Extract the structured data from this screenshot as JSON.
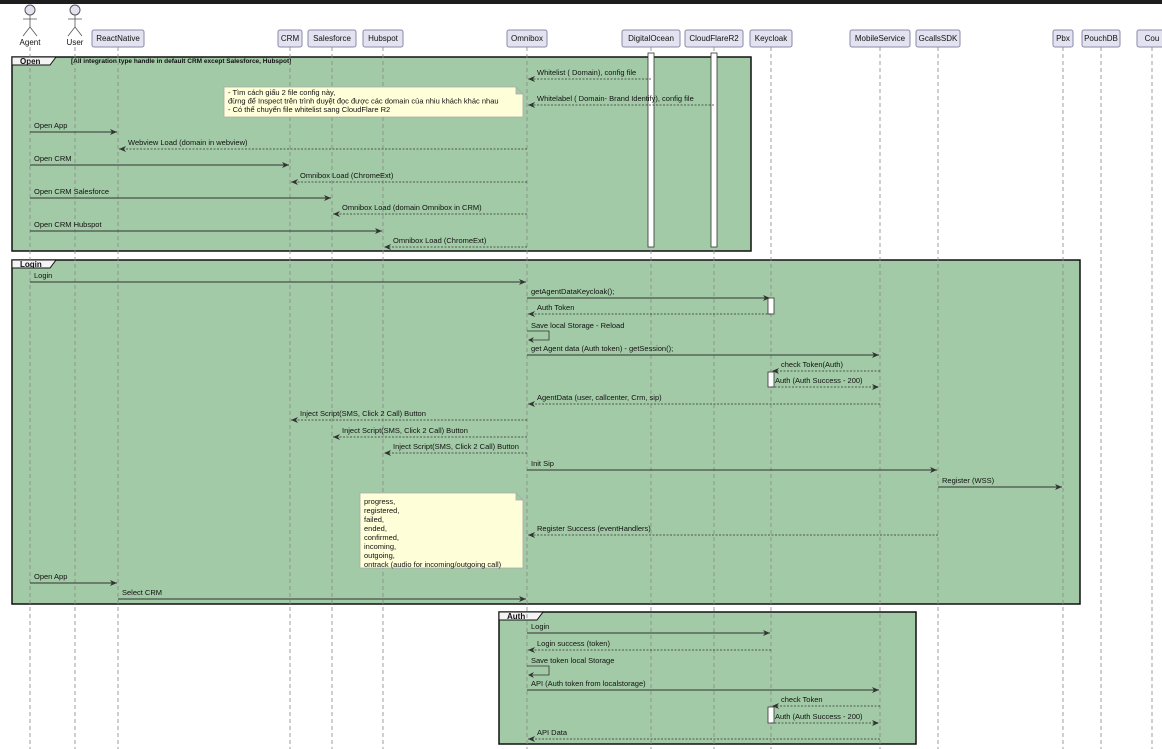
{
  "colors": {
    "frame_fill": "#a2caa6",
    "participant_fill": "#e2e2f0",
    "participant_border": "#8a8aa8",
    "note_fill": "#fefed8",
    "line": "#333333"
  },
  "participants": [
    {
      "id": "agent",
      "label": "Agent",
      "kind": "actor"
    },
    {
      "id": "user",
      "label": "User",
      "kind": "actor"
    },
    {
      "id": "reactnative",
      "label": "ReactNative",
      "kind": "box"
    },
    {
      "id": "crm",
      "label": "CRM",
      "kind": "box"
    },
    {
      "id": "salesforce",
      "label": "Salesforce",
      "kind": "box"
    },
    {
      "id": "hubspot",
      "label": "Hubspot",
      "kind": "box"
    },
    {
      "id": "omnibox",
      "label": "Omnibox",
      "kind": "box"
    },
    {
      "id": "digitalocean",
      "label": "DigitalOcean",
      "kind": "box"
    },
    {
      "id": "cloudflarer2",
      "label": "CloudFlareR2",
      "kind": "box"
    },
    {
      "id": "keycloak",
      "label": "Keycloak",
      "kind": "box"
    },
    {
      "id": "mobileservice",
      "label": "MobileService",
      "kind": "box"
    },
    {
      "id": "gcallssdk",
      "label": "GcallsSDK",
      "kind": "box"
    },
    {
      "id": "pbx",
      "label": "Pbx",
      "kind": "box"
    },
    {
      "id": "pouchdb",
      "label": "PouchDB",
      "kind": "box"
    },
    {
      "id": "cou",
      "label": "Cou",
      "kind": "box"
    }
  ],
  "frames": [
    {
      "title": "Open",
      "condition": "[All integration type handle in default CRM except Salesforce, Hubspot]"
    },
    {
      "title": "Login",
      "condition": ""
    },
    {
      "title": "Auth",
      "condition": ""
    }
  ],
  "notes": [
    {
      "lines": [
        "- Tìm cách giấu 2 file config này,",
        "đừng để Inspect trên trình duyệt đọc được các domain của nhiu khách khác nhau",
        "- Có thể chuyển file whitelist sang CloudFlare R2"
      ]
    },
    {
      "lines": [
        "progress,",
        "registered,",
        "failed,",
        "ended,",
        "confirmed,",
        "incoming,",
        "outgoing,",
        "ontrack (audio for incoming/outgoing call)"
      ]
    }
  ],
  "messages": [
    {
      "from": "digitalocean",
      "to": "omnibox",
      "label": "Whitelist ( Domain), config file",
      "dashed": true
    },
    {
      "from": "cloudflarer2",
      "to": "omnibox",
      "label": "Whitelabel ( Domain- Brand Identify), config file",
      "dashed": true
    },
    {
      "from": "agent",
      "to": "reactnative",
      "label": "Open App",
      "dashed": false
    },
    {
      "from": "omnibox",
      "to": "reactnative",
      "label": "Webview Load (domain in webview)",
      "dashed": true
    },
    {
      "from": "agent",
      "to": "crm",
      "label": "Open CRM",
      "dashed": false
    },
    {
      "from": "omnibox",
      "to": "crm",
      "label": "Omnibox Load (ChromeExt)",
      "dashed": true
    },
    {
      "from": "agent",
      "to": "salesforce",
      "label": "Open CRM Salesforce",
      "dashed": false
    },
    {
      "from": "omnibox",
      "to": "salesforce",
      "label": "Omnibox Load (domain Omnibox in CRM)",
      "dashed": true
    },
    {
      "from": "agent",
      "to": "hubspot",
      "label": "Open CRM Hubspot",
      "dashed": false
    },
    {
      "from": "omnibox",
      "to": "hubspot",
      "label": "Omnibox Load (ChromeExt)",
      "dashed": true
    },
    {
      "from": "agent",
      "to": "omnibox",
      "label": "Login",
      "dashed": false
    },
    {
      "from": "omnibox",
      "to": "keycloak",
      "label": "getAgentDataKeycloak();",
      "dashed": false
    },
    {
      "from": "keycloak",
      "to": "omnibox",
      "label": "Auth Token",
      "dashed": true
    },
    {
      "from": "omnibox",
      "to": "omnibox",
      "label": "Save local Storage - Reload",
      "dashed": false
    },
    {
      "from": "omnibox",
      "to": "mobileservice",
      "label": "get Agent data (Auth token) - getSession();",
      "dashed": false
    },
    {
      "from": "mobileservice",
      "to": "keycloak",
      "label": "check Token(Auth)",
      "dashed": true
    },
    {
      "from": "keycloak",
      "to": "mobileservice",
      "label": "Auth (Auth Success - 200)",
      "dashed": true
    },
    {
      "from": "mobileservice",
      "to": "omnibox",
      "label": "AgentData (user, callcenter, Crm, sip)",
      "dashed": true
    },
    {
      "from": "omnibox",
      "to": "crm",
      "label": "Inject Script(SMS, Click 2 Call) Button",
      "dashed": true
    },
    {
      "from": "omnibox",
      "to": "salesforce",
      "label": "Inject Script(SMS, Click 2 Call) Button",
      "dashed": true
    },
    {
      "from": "omnibox",
      "to": "hubspot",
      "label": "Inject Script(SMS, Click 2 Call) Button",
      "dashed": true
    },
    {
      "from": "omnibox",
      "to": "gcallssdk",
      "label": "Init Sip",
      "dashed": false
    },
    {
      "from": "gcallssdk",
      "to": "pbx",
      "label": "Register (WSS)",
      "dashed": false
    },
    {
      "from": "gcallssdk",
      "to": "omnibox",
      "label": "Register Success (eventHandlers)",
      "dashed": true
    },
    {
      "from": "agent",
      "to": "reactnative",
      "label": "Open App",
      "dashed": false
    },
    {
      "from": "reactnative",
      "to": "omnibox",
      "label": "Select CRM",
      "dashed": false
    },
    {
      "from": "omnibox",
      "to": "keycloak",
      "label": "Login",
      "dashed": false
    },
    {
      "from": "keycloak",
      "to": "omnibox",
      "label": "Login success (token)",
      "dashed": true
    },
    {
      "from": "omnibox",
      "to": "omnibox",
      "label": "Save token local Storage",
      "dashed": false
    },
    {
      "from": "omnibox",
      "to": "mobileservice",
      "label": "API (Auth token from localstorage)",
      "dashed": false
    },
    {
      "from": "mobileservice",
      "to": "keycloak",
      "label": "check Token",
      "dashed": true
    },
    {
      "from": "keycloak",
      "to": "mobileservice",
      "label": "Auth (Auth Success - 200)",
      "dashed": true
    },
    {
      "from": "mobileservice",
      "to": "omnibox",
      "label": "API Data",
      "dashed": true
    }
  ]
}
